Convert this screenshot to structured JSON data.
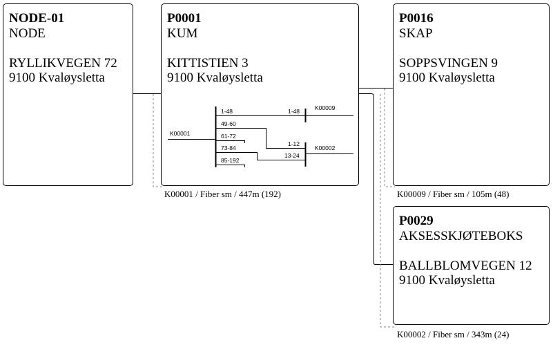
{
  "nodes": {
    "node01": {
      "code": "NODE-01",
      "type": "NODE",
      "street": "RYLLIKVEGEN 72",
      "city": "9100 Kvaløysletta"
    },
    "p0001": {
      "code": "P0001",
      "type": "KUM",
      "street": "KITTISTIEN 3",
      "city": "9100 Kvaløysletta"
    },
    "p0016": {
      "code": "P0016",
      "type": "SKAP",
      "street": "SOPPSVINGEN 9",
      "city": "9100 Kvaløysletta"
    },
    "p0029": {
      "code": "P0029",
      "type": "AKSESSKJØTEBOKS",
      "street": "BALLBLOMVEGEN 12",
      "city": "9100 Kvaløysletta"
    }
  },
  "cables": {
    "k00001": "K00001 / Fiber sm / 447m (192)",
    "k00009": "K00009 / Fiber sm / 105m (48)",
    "k00002": "K00002 / Fiber sm / 343m (24)"
  },
  "splice": {
    "incoming_cable": "K00001",
    "groups": [
      "1-48",
      "49-60",
      "61-72",
      "73-84",
      "85-192"
    ],
    "out_k00009_cable": "K00009",
    "out_k00009_range": "1-48",
    "out_k00002_cable": "K00002",
    "out_k00002_range_a": "1-12",
    "out_k00002_range_b": "13-24"
  }
}
